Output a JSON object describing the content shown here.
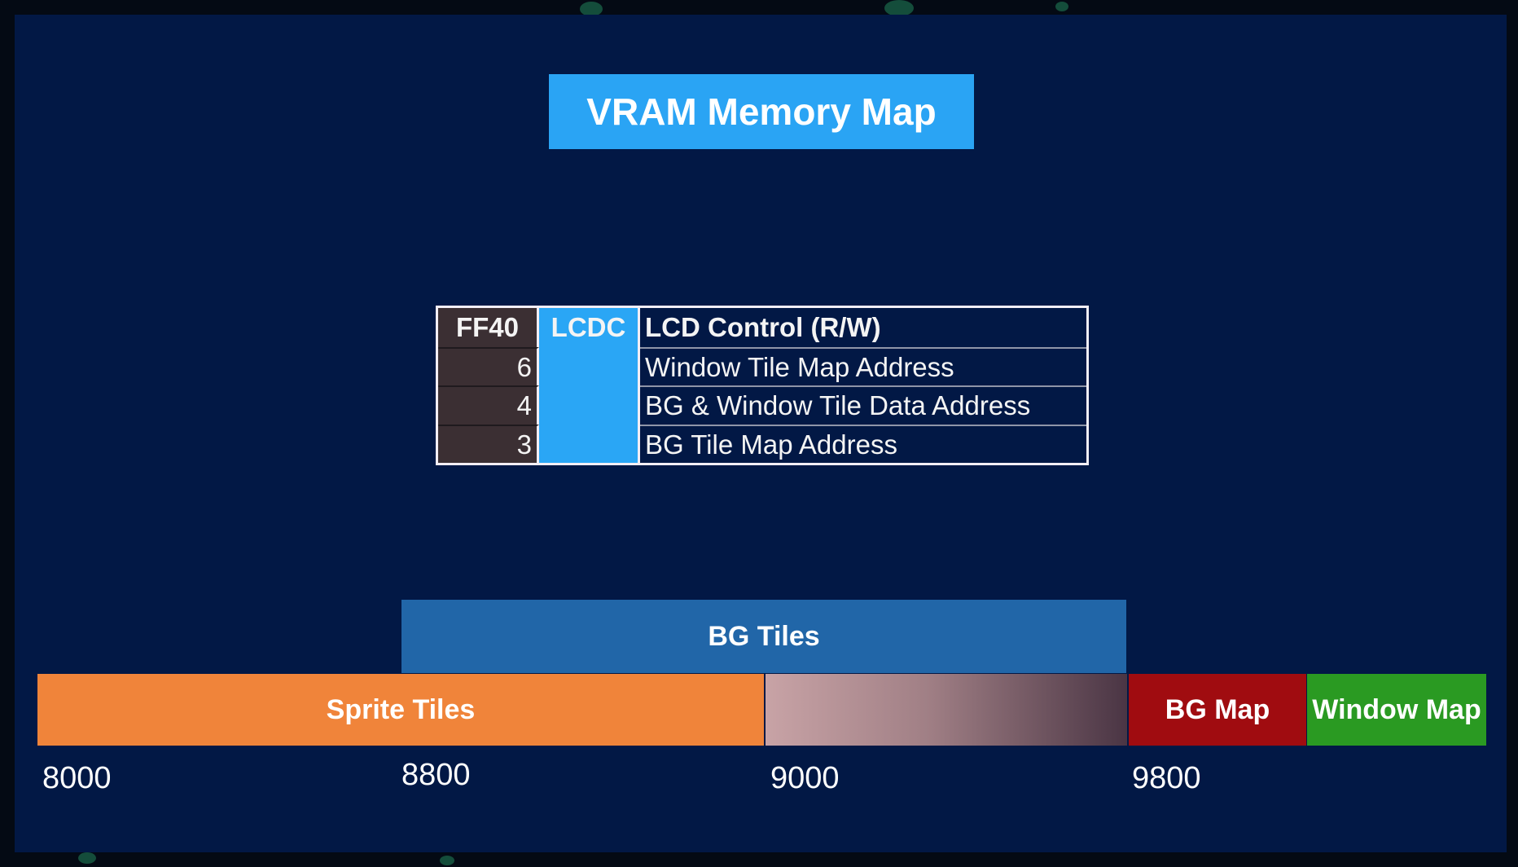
{
  "colors": {
    "slide_bg": "#021845",
    "title_bg": "#2aa4f4",
    "bg_tiles": "#2166a8",
    "sprite_tiles": "#f0843a",
    "bg_map": "#a00c10",
    "window_map": "#2a9a22"
  },
  "title": "VRAM Memory Map",
  "register": {
    "header": {
      "address": "FF40",
      "name": "LCDC",
      "description": "LCD Control (R/W)"
    },
    "rows": [
      {
        "bit": "6",
        "description": "Window Tile Map Address"
      },
      {
        "bit": "4",
        "description": "BG & Window Tile Data Address"
      },
      {
        "bit": "3",
        "description": "BG Tile Map Address"
      }
    ]
  },
  "memory_map": {
    "regions": {
      "bg_tiles": "BG Tiles",
      "sprite_tiles": "Sprite Tiles",
      "shared": "",
      "bg_map": "BG Map",
      "window_map": "Window Map"
    },
    "addresses": [
      "8000",
      "8800",
      "9000",
      "9800"
    ]
  }
}
